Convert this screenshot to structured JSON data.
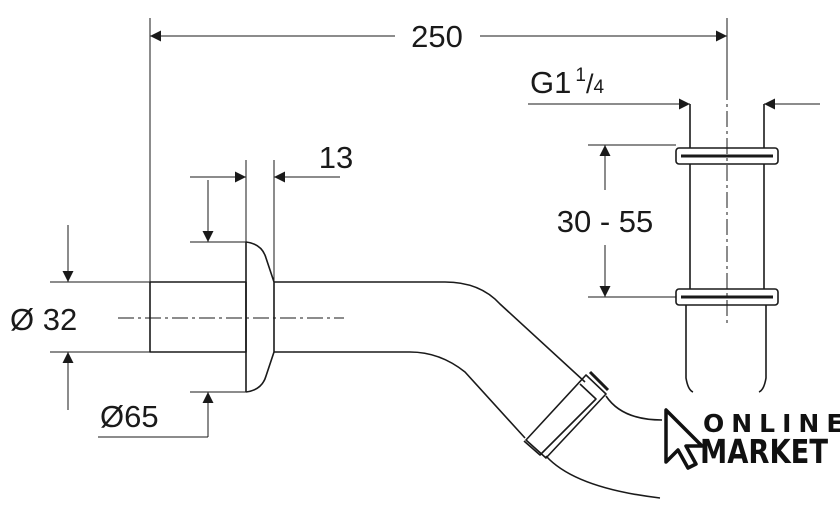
{
  "dimensions": {
    "overall_length": "250",
    "thread_prefix": "G1",
    "thread_sup": "1",
    "thread_sub": "4",
    "flange_thickness": "13",
    "height_range": "30 - 55",
    "pipe_diameter": "Ø 32",
    "flange_diameter": "Ø65"
  },
  "logo": {
    "line1": "ONLINE",
    "line2": "MARKET",
    "icon": "cursor-arrow-icon"
  },
  "colors": {
    "line": "#1a1a1a",
    "background": "#ffffff"
  }
}
